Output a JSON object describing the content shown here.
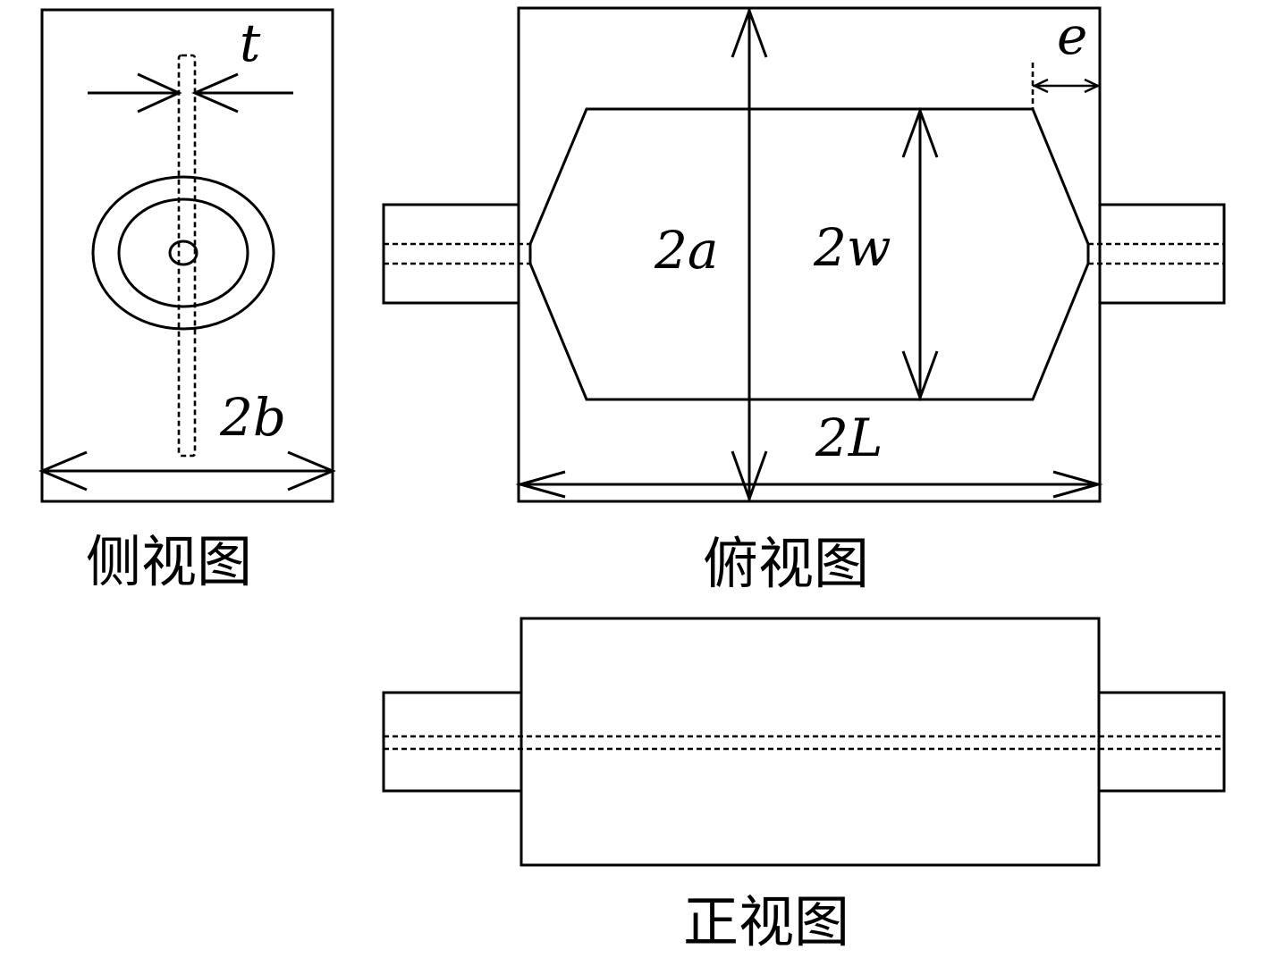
{
  "views": {
    "side": {
      "caption": "侧视图",
      "label_t": "t",
      "label_2b": "2b"
    },
    "top": {
      "caption": "俯视图",
      "label_e": "e",
      "label_2a": "2a",
      "label_2w": "2w",
      "label_2L": "2L"
    },
    "front": {
      "caption": "正视图"
    }
  },
  "colors": {
    "line": "#000000",
    "background": "#ffffff"
  }
}
